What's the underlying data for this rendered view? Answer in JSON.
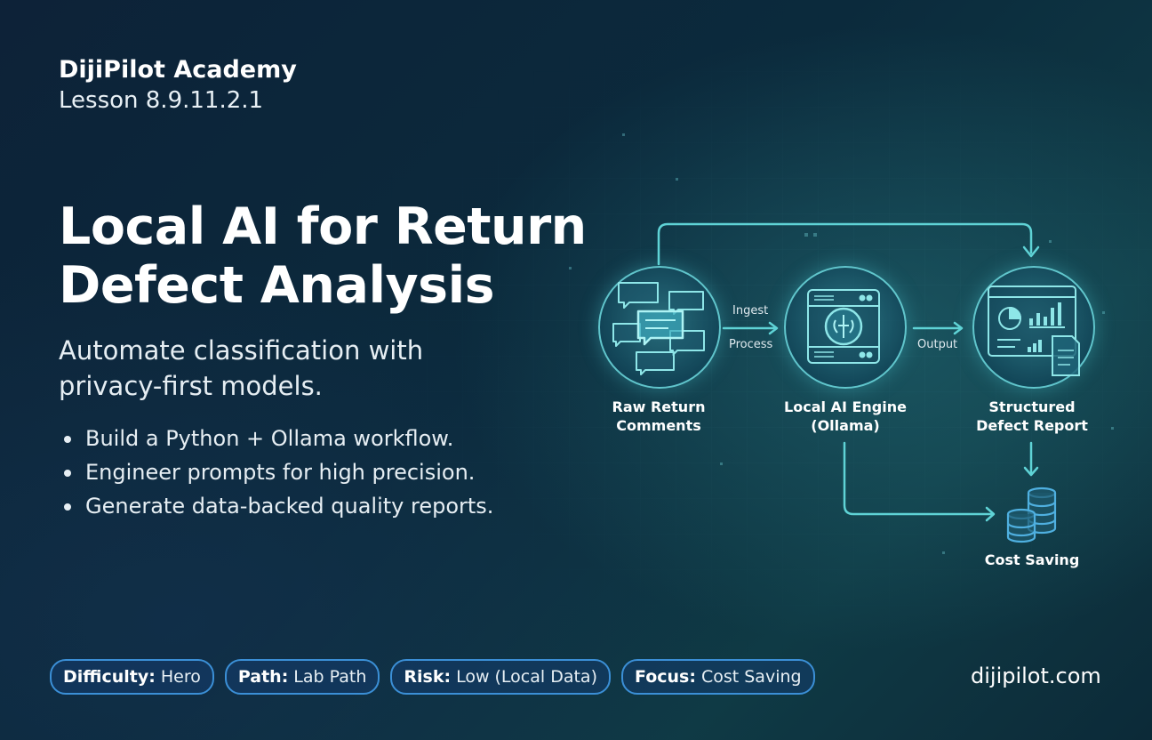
{
  "brand": {
    "name": "DijiPilot Academy",
    "lesson": "Lesson 8.9.11.2.1"
  },
  "hero": {
    "title_line1": "Local AI for Return",
    "title_line2": "Defect Analysis",
    "subtitle_line1": "Automate classification with",
    "subtitle_line2": "privacy-first models."
  },
  "bullets": [
    "Build a Python + Ollama workflow.",
    "Engineer prompts for high precision.",
    "Generate data-backed quality reports."
  ],
  "diagram": {
    "nodes": {
      "raw": {
        "line1": "Raw Return",
        "line2": "Comments"
      },
      "engine": {
        "line1": "Local AI Engine",
        "line2": "(Ollama)"
      },
      "report": {
        "line1": "Structured",
        "line2": "Defect Report"
      },
      "cost": {
        "label": "Cost Saving"
      }
    },
    "edges": {
      "ingest": "Ingest",
      "process": "Process",
      "output": "Output"
    }
  },
  "tags": [
    {
      "key": "Difficulty:",
      "value": "Hero"
    },
    {
      "key": "Path:",
      "value": "Lab Path"
    },
    {
      "key": "Risk:",
      "value": "Low (Local Data)"
    },
    {
      "key": "Focus:",
      "value": "Cost Saving"
    }
  ],
  "footer": {
    "site": "dijipilot.com"
  },
  "colors": {
    "accent": "#5fd3d6",
    "pill_border": "#3b8fd6"
  }
}
